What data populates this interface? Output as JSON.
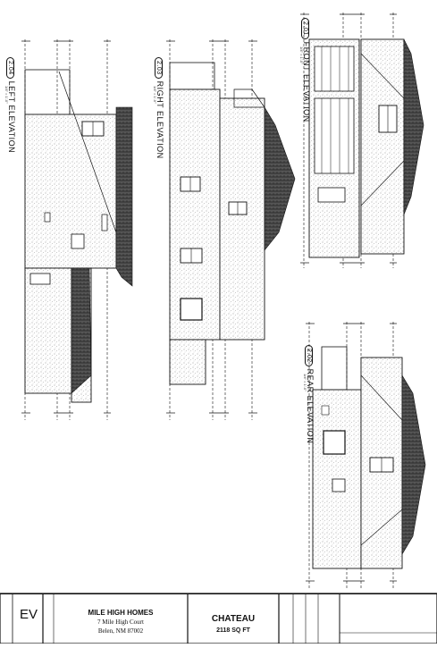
{
  "elevations": {
    "left": {
      "number": "2.04",
      "title": "LEFT ELEVATION"
    },
    "right": {
      "number": "2.03",
      "title": "RIGHT ELEVATION"
    },
    "front": {
      "number": "2.01",
      "title": "FRONT ELEVATION"
    },
    "rear": {
      "number": "2.02",
      "title": "REAR ELEVATION"
    },
    "scale_note": "1/4\" = 1'-0\""
  },
  "title_block": {
    "firm_logo": "EV",
    "builder_name": "MILE HIGH HOMES",
    "builder_address_1": "7 Mile High Court",
    "builder_address_2": "Belen, NM 87002",
    "plan_name": "CHATEAU",
    "plan_area": "2118 SQ FT"
  },
  "colors": {
    "ink": "#111111",
    "hatch": "#7a7a7a",
    "roof": "#3a3a3a",
    "paper": "#ffffff"
  }
}
